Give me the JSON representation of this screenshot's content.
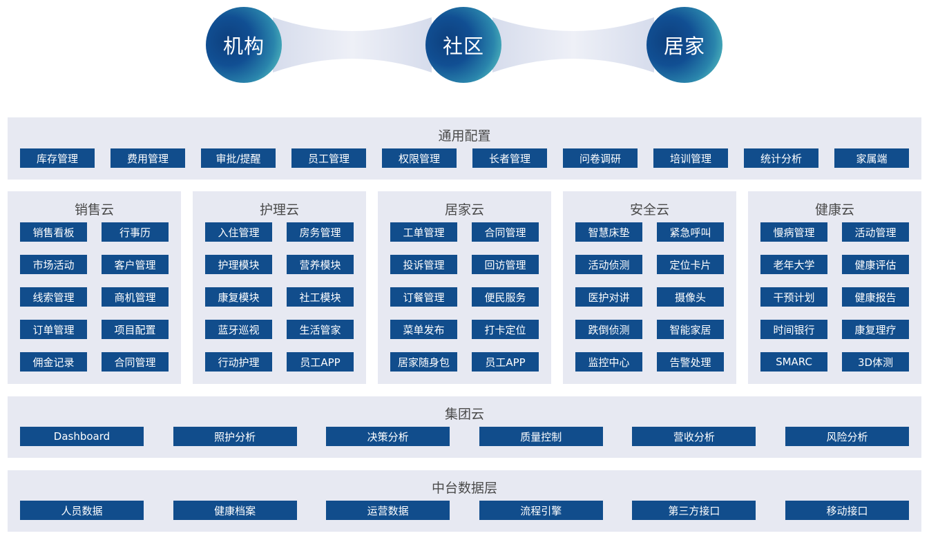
{
  "hubs": [
    "机构",
    "社区",
    "居家"
  ],
  "general_config": {
    "title": "通用配置",
    "items": [
      "库存管理",
      "费用管理",
      "审批/提醒",
      "员工管理",
      "权限管理",
      "长者管理",
      "问卷调研",
      "培训管理",
      "统计分析",
      "家属端"
    ]
  },
  "clouds": [
    {
      "title": "销售云",
      "items": [
        "销售看板",
        "行事历",
        "市场活动",
        "客户管理",
        "线索管理",
        "商机管理",
        "订单管理",
        "项目配置",
        "佣金记录",
        "合同管理"
      ]
    },
    {
      "title": "护理云",
      "items": [
        "入住管理",
        "房务管理",
        "护理模块",
        "营养模块",
        "康复模块",
        "社工模块",
        "蓝牙巡视",
        "生活管家",
        "行动护理",
        "员工APP"
      ]
    },
    {
      "title": "居家云",
      "items": [
        "工单管理",
        "合同管理",
        "投诉管理",
        "回访管理",
        "订餐管理",
        "便民服务",
        "菜单发布",
        "打卡定位",
        "居家随身包",
        "员工APP"
      ]
    },
    {
      "title": "安全云",
      "items": [
        "智慧床垫",
        "紧急呼叫",
        "活动侦测",
        "定位卡片",
        "医护对讲",
        "摄像头",
        "跌倒侦测",
        "智能家居",
        "监控中心",
        "告警处理"
      ]
    },
    {
      "title": "健康云",
      "items": [
        "慢病管理",
        "活动管理",
        "老年大学",
        "健康评估",
        "干预计划",
        "健康报告",
        "时间银行",
        "康复理疗",
        "SMARC",
        "3D体测"
      ]
    }
  ],
  "group_cloud": {
    "title": "集团云",
    "items": [
      "Dashboard",
      "照护分析",
      "决策分析",
      "质量控制",
      "营收分析",
      "风险分析"
    ]
  },
  "data_layer": {
    "title": "中台数据层",
    "items": [
      "人员数据",
      "健康档案",
      "运营数据",
      "流程引擎",
      "第三方接口",
      "移动接口"
    ]
  },
  "colors": {
    "tag": "#114d8c",
    "panel": "#e7e9f2",
    "circle_dark": "#0f4f92",
    "circle_light": "#4fb7bd",
    "connector": "#dfe3ef"
  }
}
